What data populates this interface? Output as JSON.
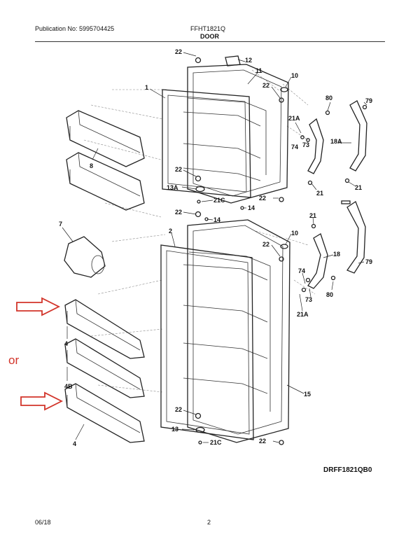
{
  "header": {
    "publication": "Publication No: 5995704425",
    "model": "FFHT1821Q",
    "section": "DOOR"
  },
  "footer": {
    "date": "06/18",
    "page": "2"
  },
  "diagram_code": "DRFF1821QB0",
  "side_note": "or",
  "callouts": {
    "c22a": "22",
    "c12": "12",
    "c11": "11",
    "c10a": "10",
    "c22b": "22",
    "c1": "1",
    "c80a": "80",
    "c79a": "79",
    "c21Aa": "21A",
    "c74a": "74",
    "c73a": "73",
    "c18A": "18A",
    "c8": "8",
    "c22c": "22",
    "c13A": "13A",
    "c21a": "21",
    "c21b": "21",
    "c21Ca": "21C",
    "c22d": "22",
    "c14a": "14",
    "c22e": "22",
    "c14b": "14",
    "c7": "7",
    "c2": "2",
    "c21c": "21",
    "c10b": "10",
    "c22f": "22",
    "c18": "18",
    "c79b": "79",
    "c74b": "74",
    "c73b": "73",
    "c80b": "80",
    "c21Ab": "21A",
    "c4a": "4",
    "c4B": "4B",
    "c15": "15",
    "c4b": "4",
    "c22g": "22",
    "c13": "13",
    "c21Cb": "21C",
    "c22h": "22"
  }
}
